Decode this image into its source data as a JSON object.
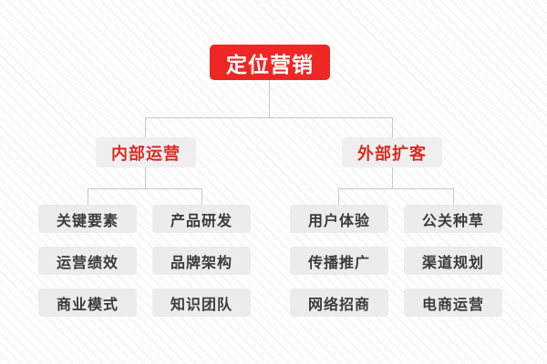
{
  "diagram": {
    "type": "org-tree",
    "title": "定位营销",
    "colors": {
      "root_bg": "#ef2724",
      "root_text": "#ffffff",
      "branch_bg": "#efefef",
      "branch_text": "#d92b21",
      "leaf_bg": "#ececec",
      "leaf_text": "#3b3b3b",
      "connector": "#c9c9c9",
      "page_bg": "#fbfbfb"
    },
    "root": {
      "label": "定位营销"
    },
    "branches": [
      {
        "label": "内部运营",
        "columns": [
          {
            "items": [
              "关键要素",
              "运营绩效",
              "商业模式"
            ]
          },
          {
            "items": [
              "产品研发",
              "品牌架构",
              "知识团队"
            ]
          }
        ]
      },
      {
        "label": "外部扩客",
        "columns": [
          {
            "items": [
              "用户体验",
              "传播推广",
              "网络招商"
            ]
          },
          {
            "items": [
              "公关种草",
              "渠道规划",
              "电商运营"
            ]
          }
        ]
      }
    ]
  }
}
